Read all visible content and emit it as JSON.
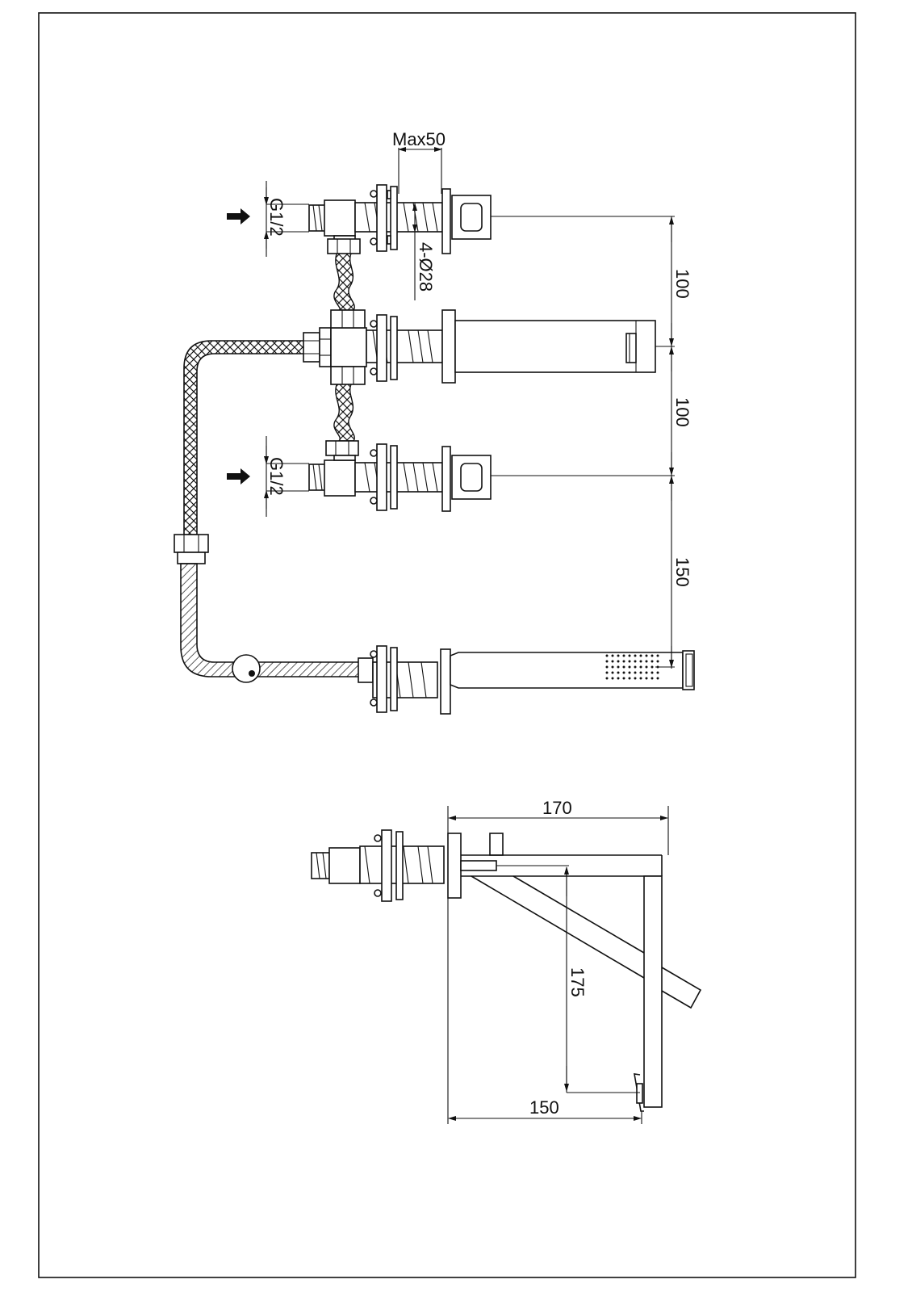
{
  "drawing": {
    "title": "Deck-mounted 4-hole bath mixer with hand shower — dimension drawing",
    "top_view": {
      "labels": {
        "max_thickness": "Max50",
        "hole_spec": "4-Ø28",
        "inlet_hot": "G1/2",
        "inlet_cold": "G1/2"
      },
      "dimensions": {
        "handle_to_spout": "100",
        "spout_to_handle": "100",
        "handle_to_shower": "150"
      },
      "units": "mm"
    },
    "side_view": {
      "dimensions": {
        "spout_reach": "170",
        "spout_height": "175",
        "base_to_handle": "150"
      }
    },
    "line_color": "#111111",
    "background": "#ffffff"
  }
}
